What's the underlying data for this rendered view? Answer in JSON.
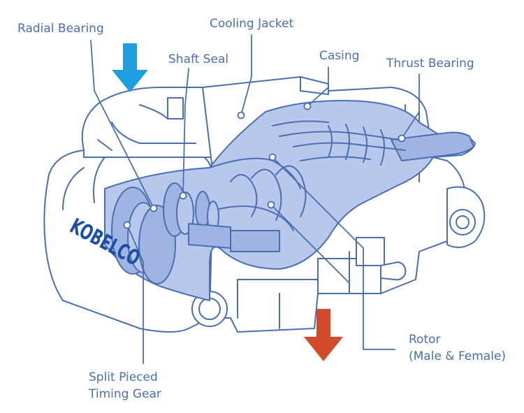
{
  "labels": {
    "radial_bearing": "Radial Bearing",
    "cooling_jacket": "Cooling Jacket",
    "shaft_seal": "Shaft Seal",
    "casing": "Casing",
    "thrust_bearing": "Thrust Bearing",
    "rotor_line1": "Rotor",
    "rotor_line2": "(Male & Female)",
    "timing_gear_line1": "Split Pieced",
    "timing_gear_line2": "Timing Gear"
  },
  "brand": {
    "logo_text": "KOBELCO"
  },
  "colors": {
    "line": "#4a6fb0",
    "housing_fill": "#ffffff",
    "internal_fill": "#b8c8ec",
    "internal_dark": "#9fb4e2",
    "inflow_arrow": "#1e9ee0",
    "outflow_arrow": "#d24a2a",
    "logo": "#1b4fa8"
  },
  "arrows": {
    "inflow": "inflow-arrow",
    "outflow": "outflow-arrow"
  }
}
